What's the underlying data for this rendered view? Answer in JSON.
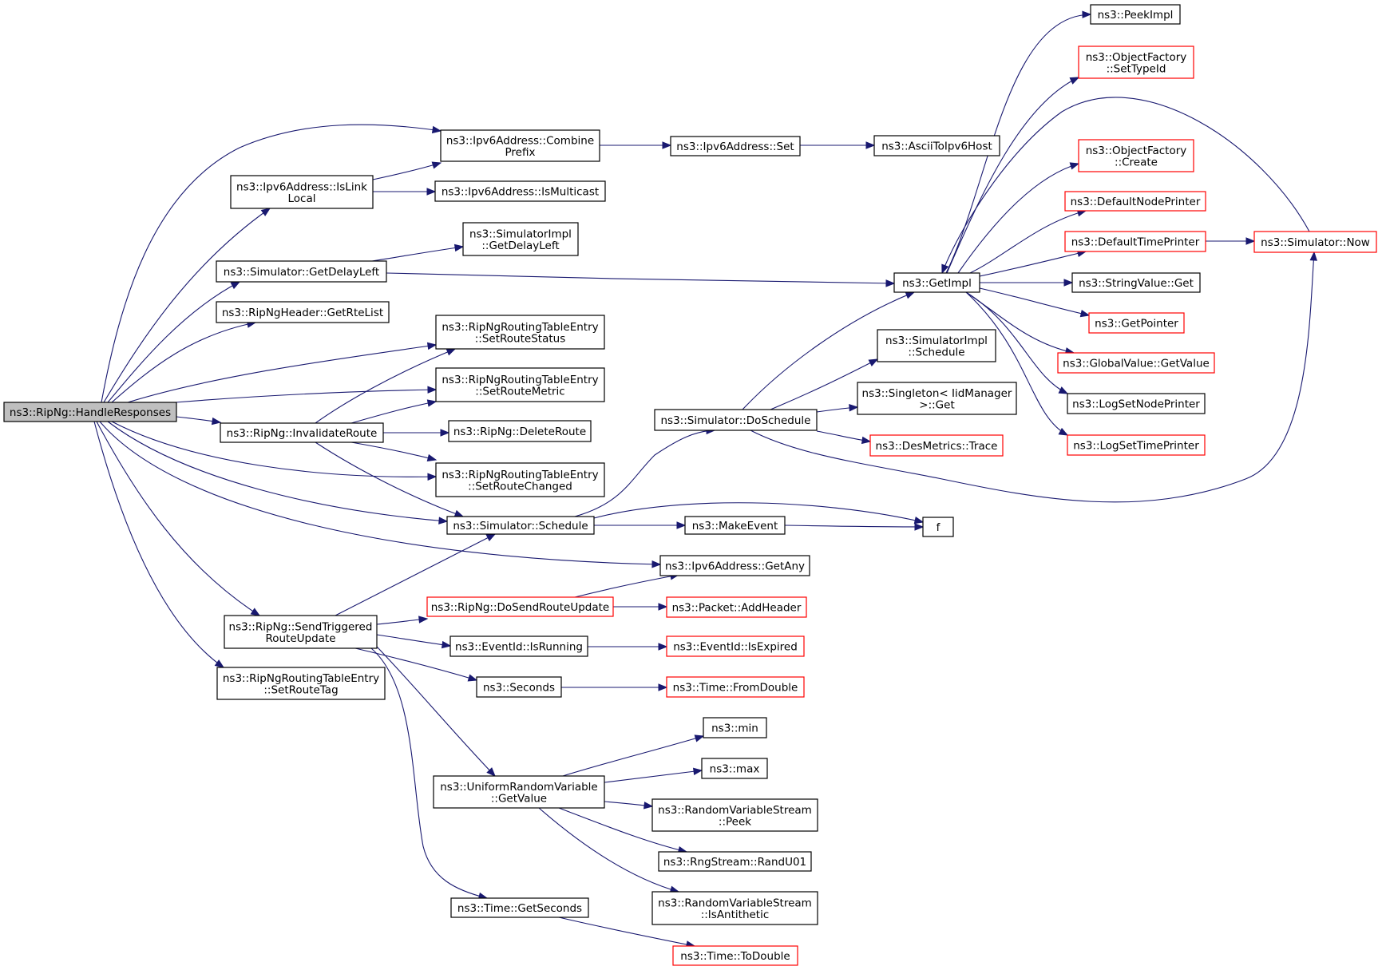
{
  "style": {
    "edge_color": "#191970",
    "node_border": "#000000",
    "missing_node_border": "#ff0000",
    "root_fill": "#bfbfbf",
    "node_fill": "#ffffff"
  },
  "nodes": [
    {
      "id": "handle_responses",
      "lines": [
        "ns3::RipNg::HandleResponses"
      ],
      "status": "root"
    },
    {
      "id": "ipv6_combine_prefix",
      "lines": [
        "ns3::Ipv6Address::Combine",
        "Prefix"
      ],
      "status": "normal"
    },
    {
      "id": "ipv6_is_link_local",
      "lines": [
        "ns3::Ipv6Address::IsLink",
        "Local"
      ],
      "status": "normal"
    },
    {
      "id": "ipv6_is_multicast",
      "lines": [
        "ns3::Ipv6Address::IsMulticast"
      ],
      "status": "normal"
    },
    {
      "id": "ipv6_set",
      "lines": [
        "ns3::Ipv6Address::Set"
      ],
      "status": "normal"
    },
    {
      "id": "ascii_to_ipv6_host",
      "lines": [
        "ns3::AsciiToIpv6Host"
      ],
      "status": "normal"
    },
    {
      "id": "simimpl_get_delay_left",
      "lines": [
        "ns3::SimulatorImpl",
        "::GetDelayLeft"
      ],
      "status": "normal"
    },
    {
      "id": "sim_get_delay_left",
      "lines": [
        "ns3::Simulator::GetDelayLeft"
      ],
      "status": "normal"
    },
    {
      "id": "get_rte_list",
      "lines": [
        "ns3::RipNgHeader::GetRteList"
      ],
      "status": "normal"
    },
    {
      "id": "set_route_status",
      "lines": [
        "ns3::RipNgRoutingTableEntry",
        "::SetRouteStatus"
      ],
      "status": "normal"
    },
    {
      "id": "set_route_metric",
      "lines": [
        "ns3::RipNgRoutingTableEntry",
        "::SetRouteMetric"
      ],
      "status": "normal"
    },
    {
      "id": "invalidate_route",
      "lines": [
        "ns3::RipNg::InvalidateRoute"
      ],
      "status": "normal"
    },
    {
      "id": "delete_route",
      "lines": [
        "ns3::RipNg::DeleteRoute"
      ],
      "status": "normal"
    },
    {
      "id": "set_route_changed",
      "lines": [
        "ns3::RipNgRoutingTableEntry",
        "::SetRouteChanged"
      ],
      "status": "normal"
    },
    {
      "id": "sim_schedule",
      "lines": [
        "ns3::Simulator::Schedule"
      ],
      "status": "normal"
    },
    {
      "id": "make_event",
      "lines": [
        "ns3::MakeEvent"
      ],
      "status": "normal"
    },
    {
      "id": "f",
      "lines": [
        "f"
      ],
      "status": "normal"
    },
    {
      "id": "ipv6_get_any",
      "lines": [
        "ns3::Ipv6Address::GetAny"
      ],
      "status": "normal"
    },
    {
      "id": "send_triggered",
      "lines": [
        "ns3::RipNg::SendTriggered",
        "RouteUpdate"
      ],
      "status": "normal"
    },
    {
      "id": "set_route_tag",
      "lines": [
        "ns3::RipNgRoutingTableEntry",
        "::SetRouteTag"
      ],
      "status": "normal"
    },
    {
      "id": "do_send_route_update",
      "lines": [
        "ns3::RipNg::DoSendRouteUpdate"
      ],
      "status": "missing"
    },
    {
      "id": "packet_add_header",
      "lines": [
        "ns3::Packet::AddHeader"
      ],
      "status": "missing"
    },
    {
      "id": "eventid_is_running",
      "lines": [
        "ns3::EventId::IsRunning"
      ],
      "status": "normal"
    },
    {
      "id": "eventid_is_expired",
      "lines": [
        "ns3::EventId::IsExpired"
      ],
      "status": "missing"
    },
    {
      "id": "seconds",
      "lines": [
        "ns3::Seconds"
      ],
      "status": "normal"
    },
    {
      "id": "time_from_double",
      "lines": [
        "ns3::Time::FromDouble"
      ],
      "status": "missing"
    },
    {
      "id": "uniform_get_value",
      "lines": [
        "ns3::UniformRandomVariable",
        "::GetValue"
      ],
      "status": "normal"
    },
    {
      "id": "min",
      "lines": [
        "ns3::min"
      ],
      "status": "normal"
    },
    {
      "id": "max",
      "lines": [
        "ns3::max"
      ],
      "status": "normal"
    },
    {
      "id": "rvs_peek",
      "lines": [
        "ns3::RandomVariableStream",
        "::Peek"
      ],
      "status": "normal"
    },
    {
      "id": "rng_rand_u01",
      "lines": [
        "ns3::RngStream::RandU01"
      ],
      "status": "normal"
    },
    {
      "id": "rvs_is_antithetic",
      "lines": [
        "ns3::RandomVariableStream",
        "::IsAntithetic"
      ],
      "status": "normal"
    },
    {
      "id": "time_get_seconds",
      "lines": [
        "ns3::Time::GetSeconds"
      ],
      "status": "normal"
    },
    {
      "id": "time_to_double",
      "lines": [
        "ns3::Time::ToDouble"
      ],
      "status": "missing"
    },
    {
      "id": "sim_do_schedule",
      "lines": [
        "ns3::Simulator::DoSchedule"
      ],
      "status": "normal"
    },
    {
      "id": "simimpl_schedule",
      "lines": [
        "ns3::SimulatorImpl",
        "::Schedule"
      ],
      "status": "normal"
    },
    {
      "id": "singleton_get",
      "lines": [
        "ns3::Singleton< IidManager",
        ">::Get"
      ],
      "status": "normal"
    },
    {
      "id": "des_metrics_trace",
      "lines": [
        "ns3::DesMetrics::Trace"
      ],
      "status": "missing"
    },
    {
      "id": "get_impl",
      "lines": [
        "ns3::GetImpl"
      ],
      "status": "normal"
    },
    {
      "id": "peek_impl",
      "lines": [
        "ns3::PeekImpl"
      ],
      "status": "normal"
    },
    {
      "id": "of_set_type_id",
      "lines": [
        "ns3::ObjectFactory",
        "::SetTypeId"
      ],
      "status": "missing"
    },
    {
      "id": "of_create",
      "lines": [
        "ns3::ObjectFactory",
        "::Create"
      ],
      "status": "missing"
    },
    {
      "id": "default_node_printer",
      "lines": [
        "ns3::DefaultNodePrinter"
      ],
      "status": "missing"
    },
    {
      "id": "default_time_printer",
      "lines": [
        "ns3::DefaultTimePrinter"
      ],
      "status": "missing"
    },
    {
      "id": "sim_now",
      "lines": [
        "ns3::Simulator::Now"
      ],
      "status": "missing"
    },
    {
      "id": "string_value_get",
      "lines": [
        "ns3::StringValue::Get"
      ],
      "status": "normal"
    },
    {
      "id": "get_pointer",
      "lines": [
        "ns3::GetPointer"
      ],
      "status": "missing"
    },
    {
      "id": "global_value_get",
      "lines": [
        "ns3::GlobalValue::GetValue"
      ],
      "status": "missing"
    },
    {
      "id": "log_set_node_printer",
      "lines": [
        "ns3::LogSetNodePrinter"
      ],
      "status": "normal"
    },
    {
      "id": "log_set_time_printer",
      "lines": [
        "ns3::LogSetTimePrinter"
      ],
      "status": "missing"
    }
  ],
  "edges": [
    {
      "from": "handle_responses",
      "to": "ipv6_combine_prefix"
    },
    {
      "from": "handle_responses",
      "to": "ipv6_is_link_local"
    },
    {
      "from": "handle_responses",
      "to": "sim_get_delay_left"
    },
    {
      "from": "handle_responses",
      "to": "get_rte_list"
    },
    {
      "from": "handle_responses",
      "to": "set_route_status"
    },
    {
      "from": "handle_responses",
      "to": "set_route_metric"
    },
    {
      "from": "handle_responses",
      "to": "invalidate_route"
    },
    {
      "from": "handle_responses",
      "to": "set_route_changed"
    },
    {
      "from": "handle_responses",
      "to": "sim_schedule"
    },
    {
      "from": "handle_responses",
      "to": "ipv6_get_any"
    },
    {
      "from": "handle_responses",
      "to": "send_triggered"
    },
    {
      "from": "handle_responses",
      "to": "set_route_tag"
    },
    {
      "from": "ipv6_is_link_local",
      "to": "ipv6_combine_prefix"
    },
    {
      "from": "ipv6_is_link_local",
      "to": "ipv6_is_multicast"
    },
    {
      "from": "ipv6_combine_prefix",
      "to": "ipv6_set"
    },
    {
      "from": "ipv6_set",
      "to": "ascii_to_ipv6_host"
    },
    {
      "from": "sim_get_delay_left",
      "to": "simimpl_get_delay_left"
    },
    {
      "from": "sim_get_delay_left",
      "to": "get_impl"
    },
    {
      "from": "invalidate_route",
      "to": "set_route_status"
    },
    {
      "from": "invalidate_route",
      "to": "set_route_metric"
    },
    {
      "from": "invalidate_route",
      "to": "delete_route"
    },
    {
      "from": "invalidate_route",
      "to": "set_route_changed"
    },
    {
      "from": "invalidate_route",
      "to": "sim_schedule"
    },
    {
      "from": "sim_schedule",
      "to": "sim_do_schedule"
    },
    {
      "from": "sim_schedule",
      "to": "make_event"
    },
    {
      "from": "sim_schedule",
      "to": "f"
    },
    {
      "from": "make_event",
      "to": "f"
    },
    {
      "from": "send_triggered",
      "to": "sim_schedule"
    },
    {
      "from": "send_triggered",
      "to": "do_send_route_update"
    },
    {
      "from": "send_triggered",
      "to": "eventid_is_running"
    },
    {
      "from": "send_triggered",
      "to": "seconds"
    },
    {
      "from": "send_triggered",
      "to": "uniform_get_value"
    },
    {
      "from": "send_triggered",
      "to": "time_get_seconds"
    },
    {
      "from": "do_send_route_update",
      "to": "ipv6_get_any"
    },
    {
      "from": "do_send_route_update",
      "to": "packet_add_header"
    },
    {
      "from": "eventid_is_running",
      "to": "eventid_is_expired"
    },
    {
      "from": "seconds",
      "to": "time_from_double"
    },
    {
      "from": "uniform_get_value",
      "to": "min"
    },
    {
      "from": "uniform_get_value",
      "to": "max"
    },
    {
      "from": "uniform_get_value",
      "to": "rvs_peek"
    },
    {
      "from": "uniform_get_value",
      "to": "rng_rand_u01"
    },
    {
      "from": "uniform_get_value",
      "to": "rvs_is_antithetic"
    },
    {
      "from": "time_get_seconds",
      "to": "time_to_double"
    },
    {
      "from": "sim_do_schedule",
      "to": "get_impl"
    },
    {
      "from": "sim_do_schedule",
      "to": "simimpl_schedule"
    },
    {
      "from": "sim_do_schedule",
      "to": "singleton_get"
    },
    {
      "from": "sim_do_schedule",
      "to": "des_metrics_trace"
    },
    {
      "from": "sim_do_schedule",
      "to": "sim_now"
    },
    {
      "from": "get_impl",
      "to": "peek_impl"
    },
    {
      "from": "get_impl",
      "to": "of_set_type_id"
    },
    {
      "from": "get_impl",
      "to": "of_create"
    },
    {
      "from": "get_impl",
      "to": "default_node_printer"
    },
    {
      "from": "get_impl",
      "to": "default_time_printer"
    },
    {
      "from": "get_impl",
      "to": "string_value_get"
    },
    {
      "from": "get_impl",
      "to": "get_pointer"
    },
    {
      "from": "get_impl",
      "to": "global_value_get"
    },
    {
      "from": "get_impl",
      "to": "log_set_node_printer"
    },
    {
      "from": "get_impl",
      "to": "log_set_time_printer"
    },
    {
      "from": "default_time_printer",
      "to": "sim_now"
    },
    {
      "from": "sim_now",
      "to": "get_impl"
    }
  ]
}
